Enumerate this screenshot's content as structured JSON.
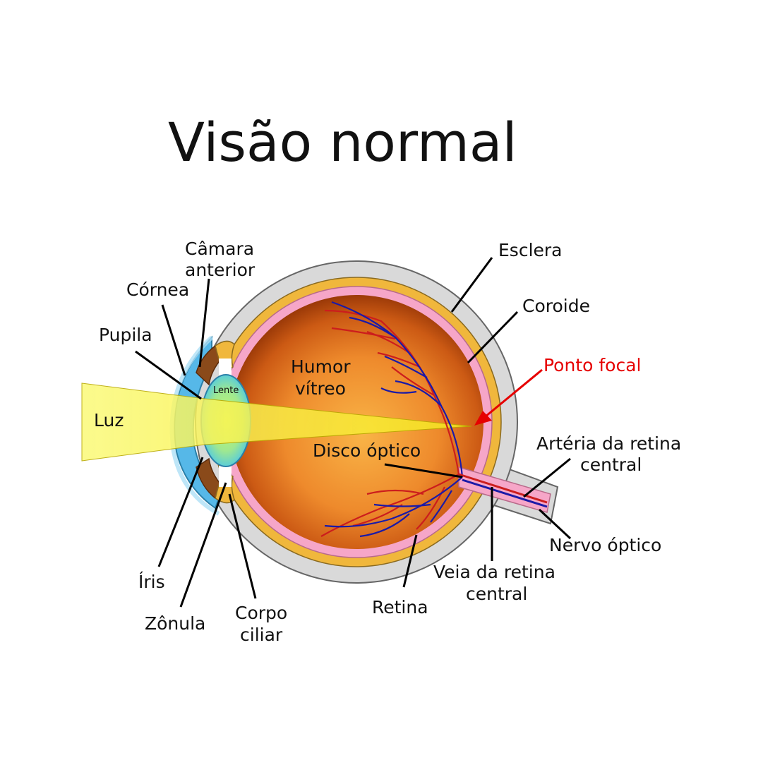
{
  "title": "Visão normal",
  "labels": {
    "camara_1": "Câmara",
    "camara_2": "anterior",
    "cornea": "Córnea",
    "pupila": "Pupila",
    "luz": "Luz",
    "lente": "Lente",
    "humor_1": "Humor",
    "humor_2": "vítreo",
    "disco": "Disco óptico",
    "esclera": "Esclera",
    "coroide": "Coroide",
    "ponto_focal": "Ponto focal",
    "arteria_1": "Artéria da retina",
    "arteria_2": "central",
    "nervo": "Nervo óptico",
    "veia_1": "Veia da retina",
    "veia_2": "central",
    "retina": "Retina",
    "iris": "Íris",
    "zonula": "Zônula",
    "corpo_1": "Corpo",
    "corpo_2": "ciliar"
  },
  "colors": {
    "sclera": "#d9d9d9",
    "choroid": "#f0b73c",
    "retina": "#f6a6c8",
    "vitreous_center": "#f7a83d",
    "vitreous_edge": "#b8460b",
    "cornea": "#56b8e8",
    "lens": "#5fd0f0",
    "light": "#f9f66a",
    "artery": "#cc1d1d",
    "vein": "#1a1aa8",
    "focal": "#e60000"
  }
}
